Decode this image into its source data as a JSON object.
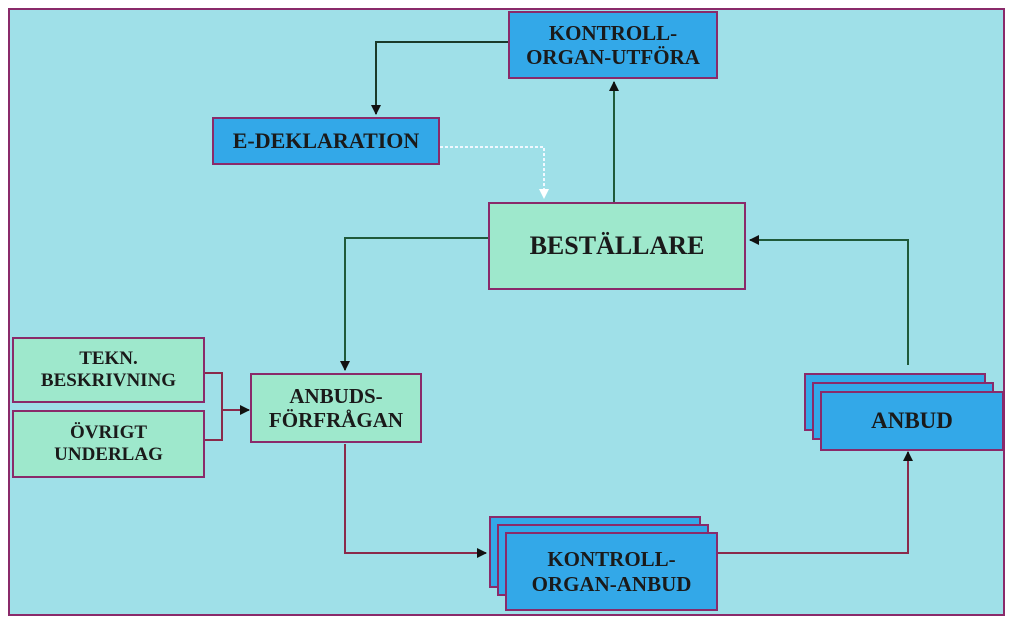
{
  "nodes": {
    "kontrollorgan_utfora": "KONTROLL-\nORGAN-UTFÖRA",
    "e_deklaration": "E-DEKLARATION",
    "bestallare": "BESTÄLLARE",
    "tekn_beskrivning": "TEKN.\nBESKRIVNING",
    "ovrigt_underlag": "ÖVRIGT\nUNDERLAG",
    "anbudsforfragan": "ANBUDS-\nFÖRFRÅGAN",
    "anbud": "ANBUD",
    "kontrollorgan_anbud": "KONTROLL-\nORGAN-ANBUD"
  },
  "colors": {
    "background": "#9fe0e8",
    "blue_box": "#33a8e8",
    "green_box": "#9ee8cc",
    "border": "#8a2a6a",
    "arrow_dark": "#1f5a3a",
    "arrow_red": "#8a2a4a"
  }
}
